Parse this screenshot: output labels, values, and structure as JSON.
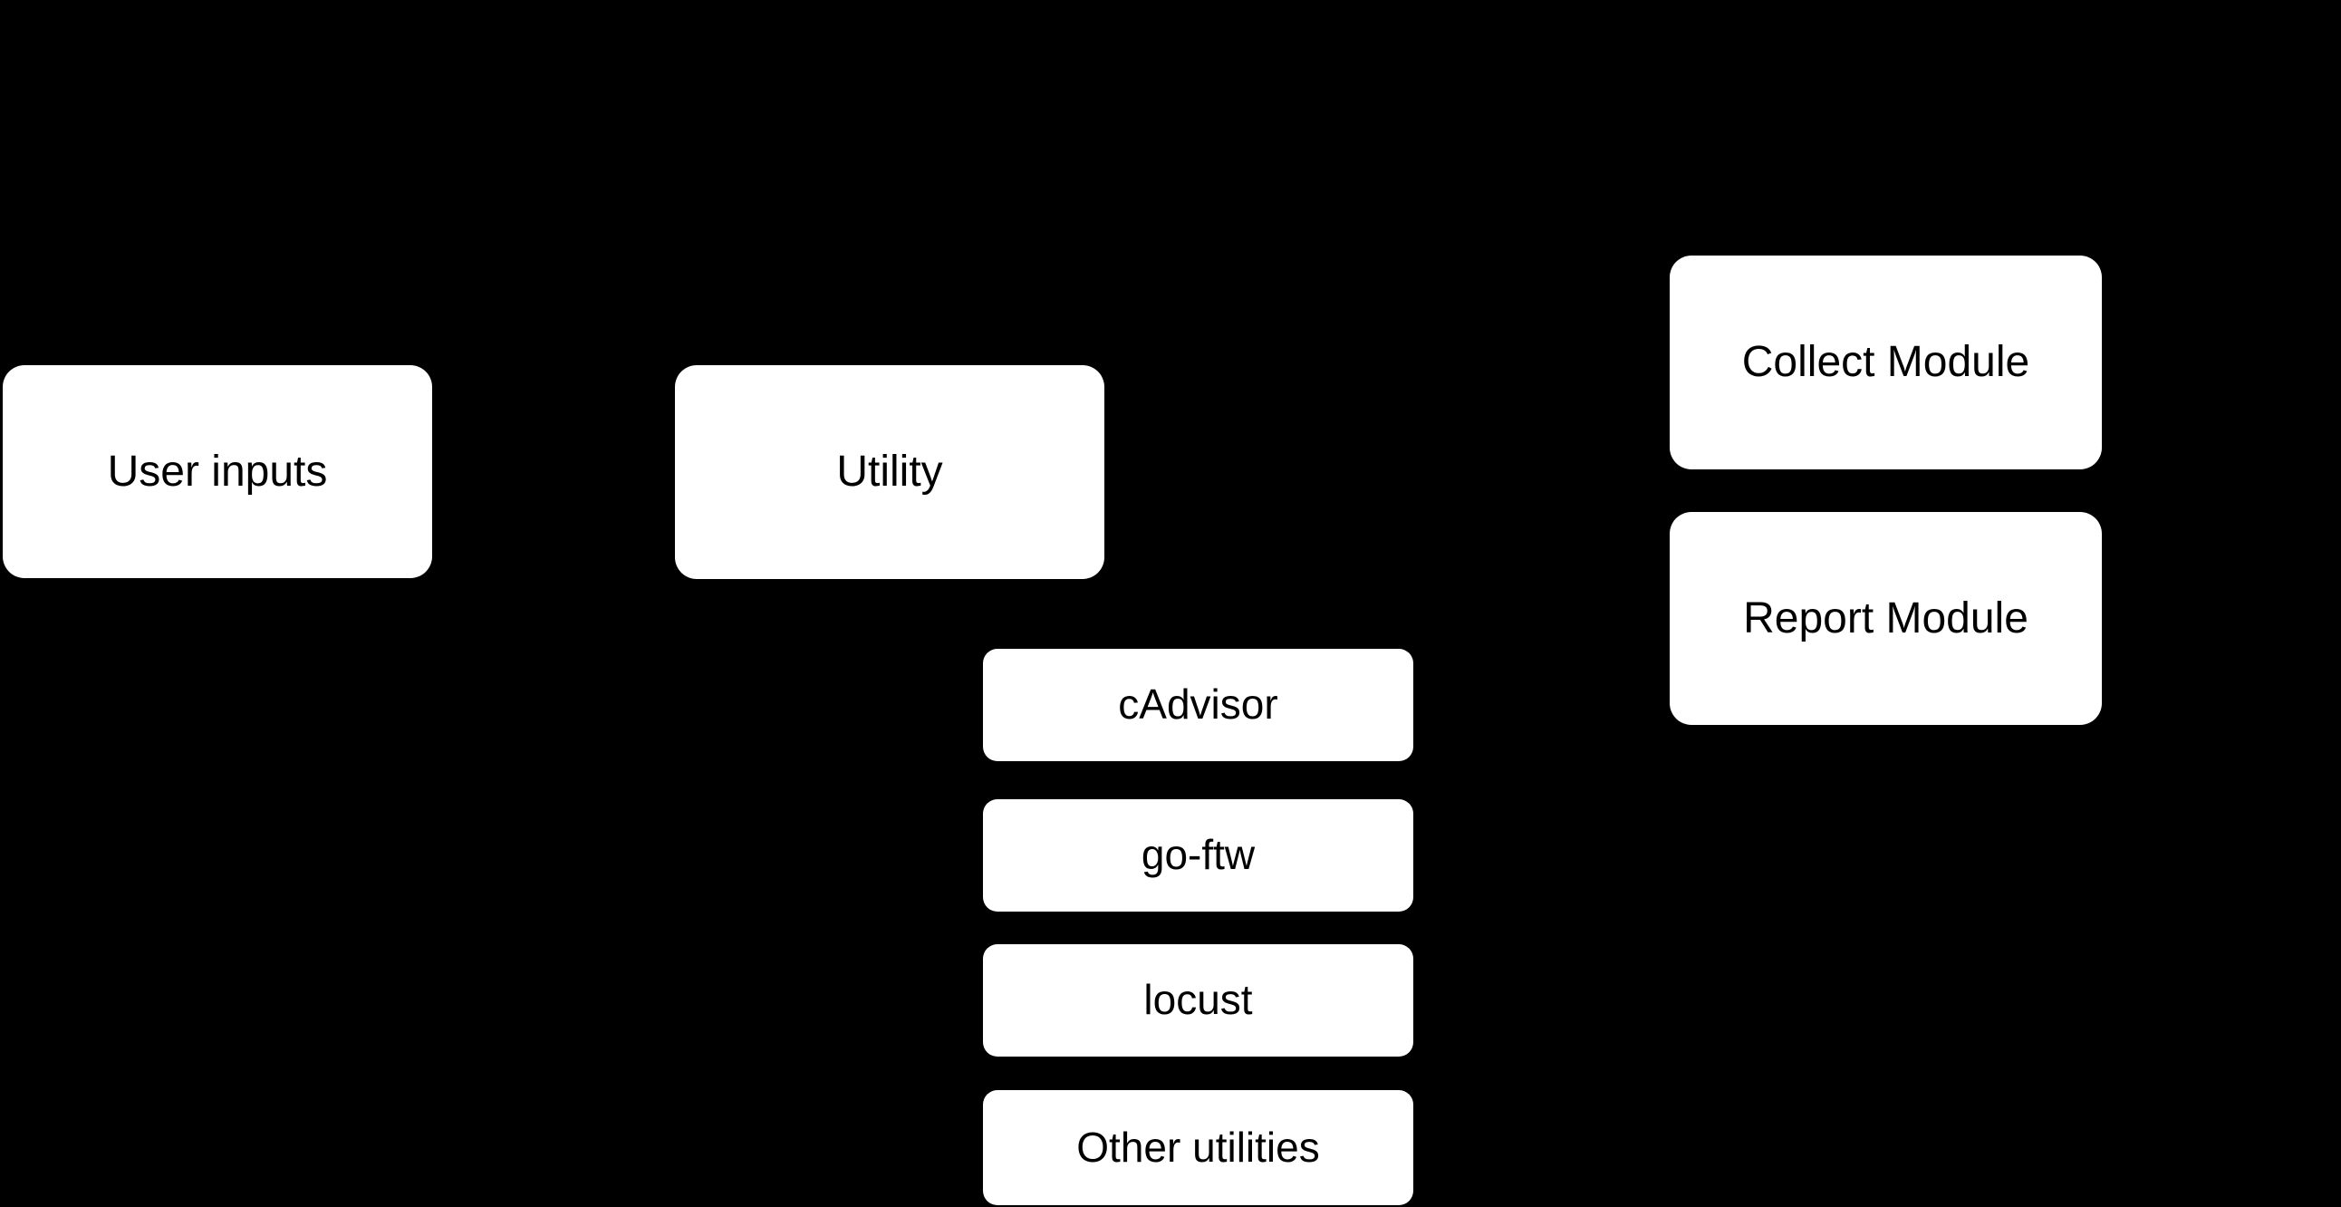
{
  "diagram": {
    "colors": {
      "background": "#000000",
      "node_fill": "#ffffff",
      "node_text": "#000000"
    },
    "nodes": {
      "user_inputs": {
        "label": "User inputs"
      },
      "utility": {
        "label": "Utility"
      },
      "cadvisor": {
        "label": "cAdvisor"
      },
      "go_ftw": {
        "label": "go-ftw"
      },
      "locust": {
        "label": "locust"
      },
      "other_utilities": {
        "label": "Other utilities"
      },
      "collect_module": {
        "label": "Collect Module"
      },
      "report_module": {
        "label": "Report Module"
      }
    }
  }
}
